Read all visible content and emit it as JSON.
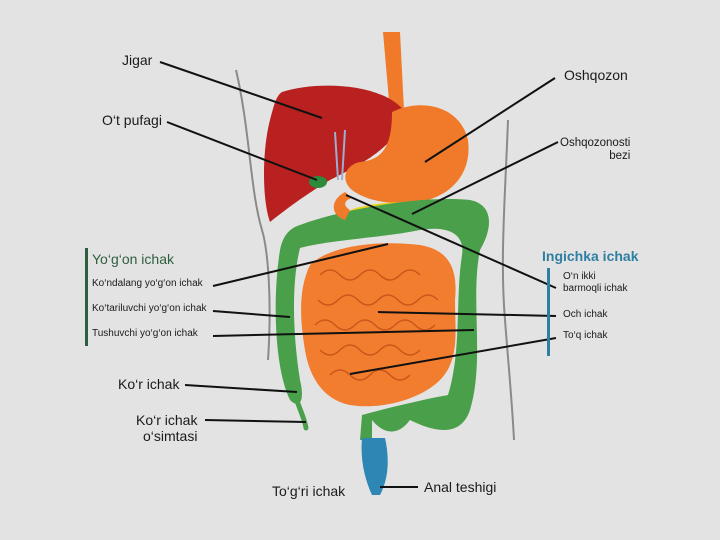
{
  "colors": {
    "liver": "#b8211f",
    "stomach": "#f07a2a",
    "small_intestine": "#f27d2e",
    "large_intestine": "#4aa04a",
    "pancreas": "#ecd21d",
    "rectum": "#2e86b5",
    "gallbladder": "#2c8a3a",
    "line": "#111111",
    "green_group": "#2f5e3e",
    "blue_group": "#2f7fa3"
  },
  "labels": {
    "jigar": "Jigar",
    "ot_pufagi": "O‘t pufagi",
    "oshqozon": "Oshqozon",
    "oshqozonosti_1": "Oshqozonosti",
    "oshqozonosti_2": "bezi",
    "yogon_ichak": "Yo‘g‘on ichak",
    "kondalang": "Ko‘ndalang yo‘g‘on ichak",
    "kotariluvchi": "Ko‘tariluvchi yo‘g‘on ichak",
    "tushuvchi": "Tushuvchi yo‘g‘on ichak",
    "kor_ichak": "Ko‘r ichak",
    "kor_osimta_1": "Ko‘r ichak",
    "kor_osimta_2": "o‘simtasi",
    "togri_ichak": "To‘g‘ri ichak",
    "anal": "Anal teshigi",
    "ingichka_ichak": "Ingichka ichak",
    "onikki_1": "O‘n ikki",
    "onikki_2": "barmoqli ichak",
    "och_ichak": "Och ichak",
    "toq_ichak": "To‘q ichak"
  }
}
